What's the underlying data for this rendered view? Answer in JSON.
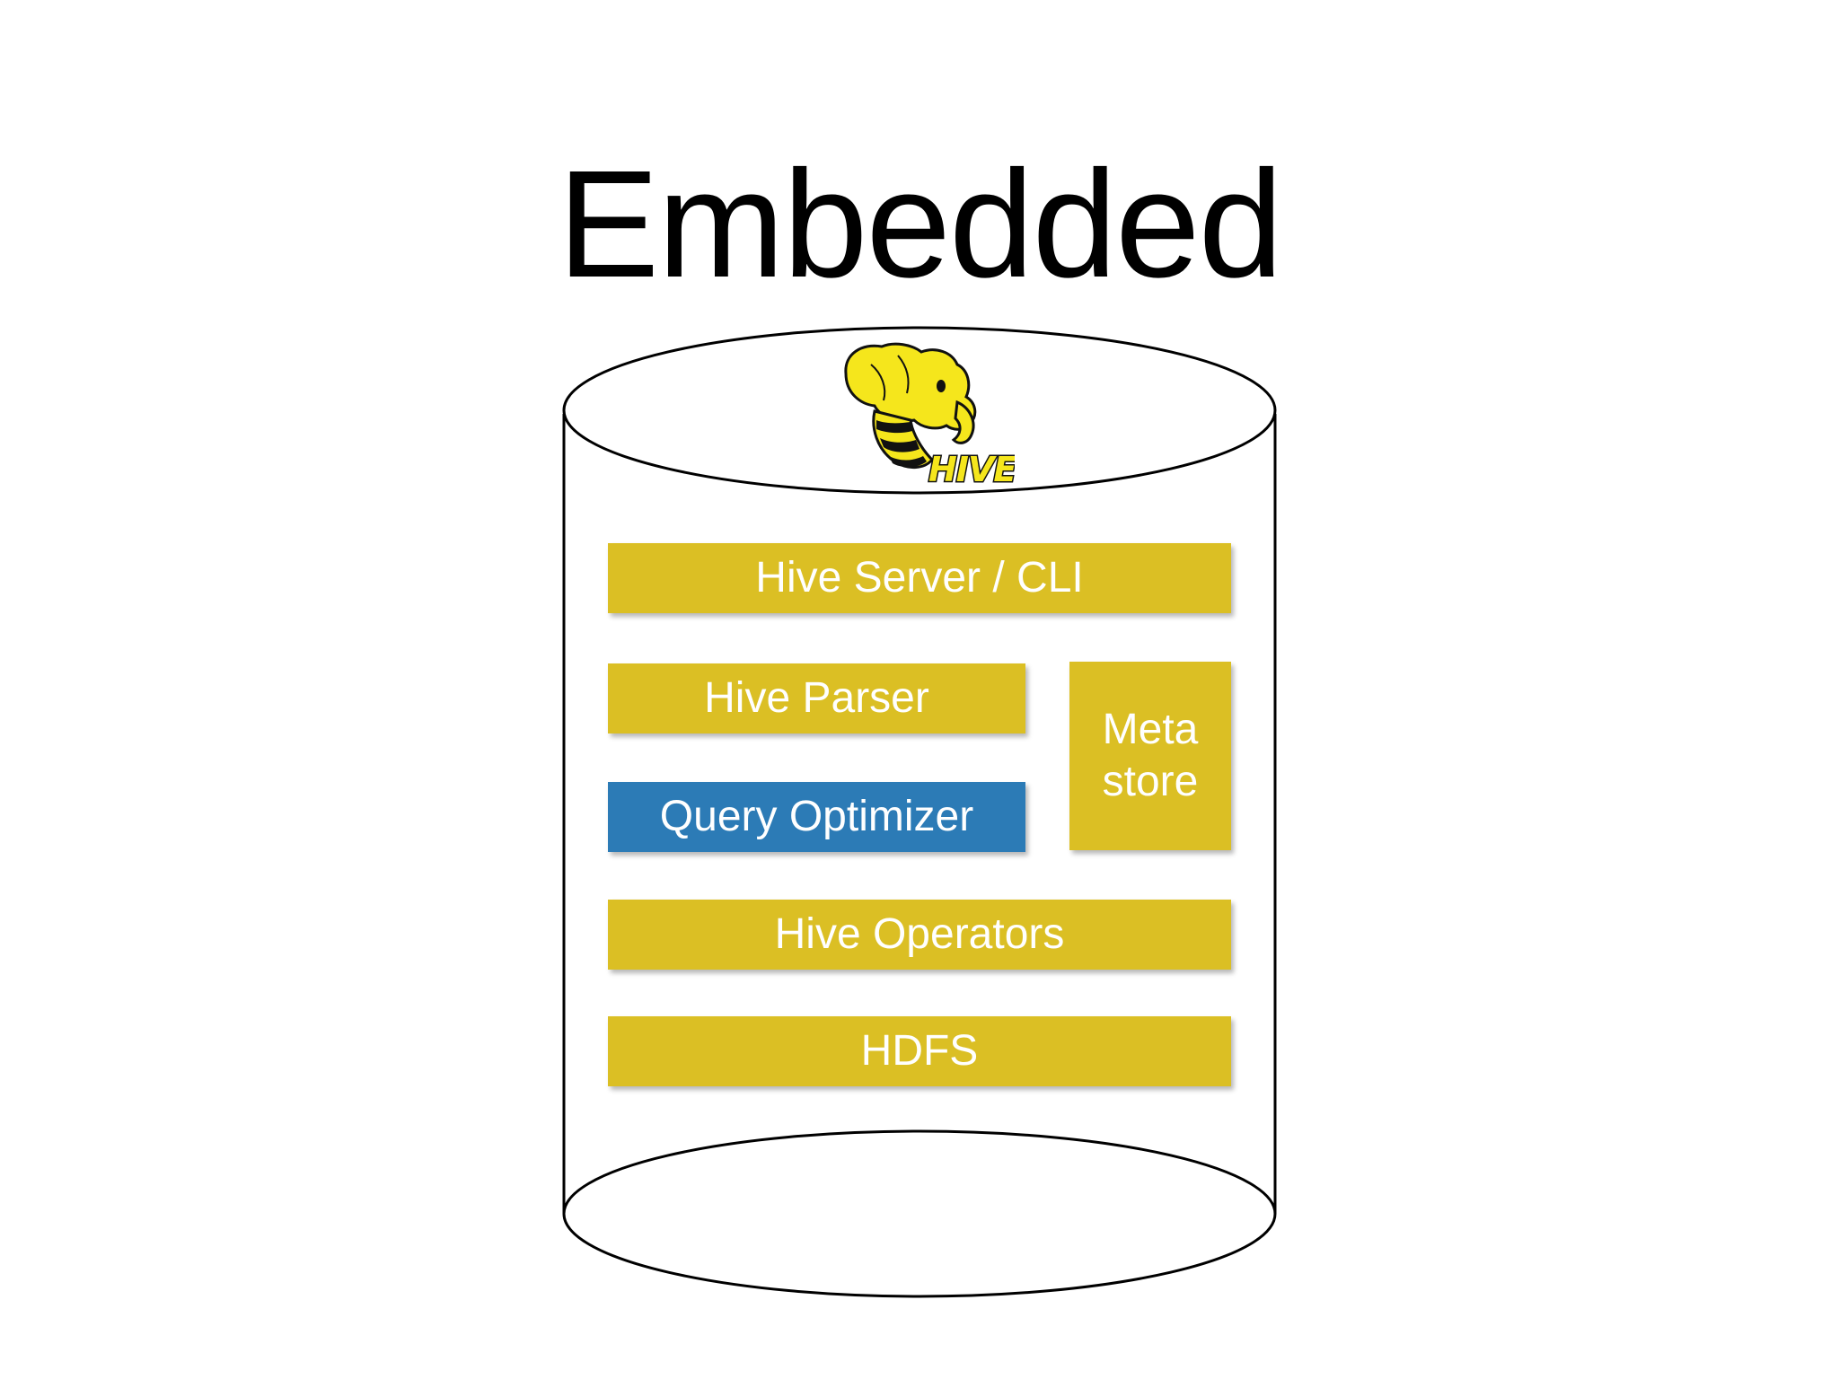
{
  "slide": {
    "title": "Embedded"
  },
  "logo": {
    "icon": "hive-bee-elephant-logo",
    "text": "HIVE",
    "colors": {
      "yellow": "#f5e61c",
      "black": "#111111"
    }
  },
  "stack": {
    "hive_server": "Hive Server / CLI",
    "hive_parser": "Hive Parser",
    "query_optimizer": "Query Optimizer",
    "metastore_line1": "Meta",
    "metastore_line2": "store",
    "hive_operators": "Hive Operators",
    "hdfs": "HDFS"
  },
  "colors": {
    "block_yellow": "#dbbf24",
    "block_blue": "#2c7bb6",
    "text_on_block": "#ffffff",
    "outline": "#000000"
  }
}
